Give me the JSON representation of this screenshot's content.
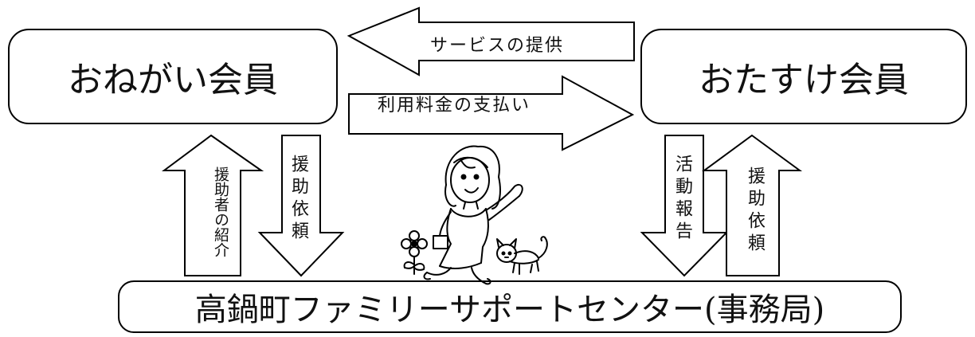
{
  "nodes": {
    "requester": "おねがい会員",
    "helper": "おたすけ会員",
    "center": "高鍋町ファミリーサポートセンター(事務局)"
  },
  "edges": {
    "service": "サービスの提供",
    "payment": "利用料金の支払い",
    "introduction": "援助者の紹介",
    "request_from_requester": "援助依頼",
    "activity_report": "活動報告",
    "request_to_helper": "援助依頼"
  }
}
